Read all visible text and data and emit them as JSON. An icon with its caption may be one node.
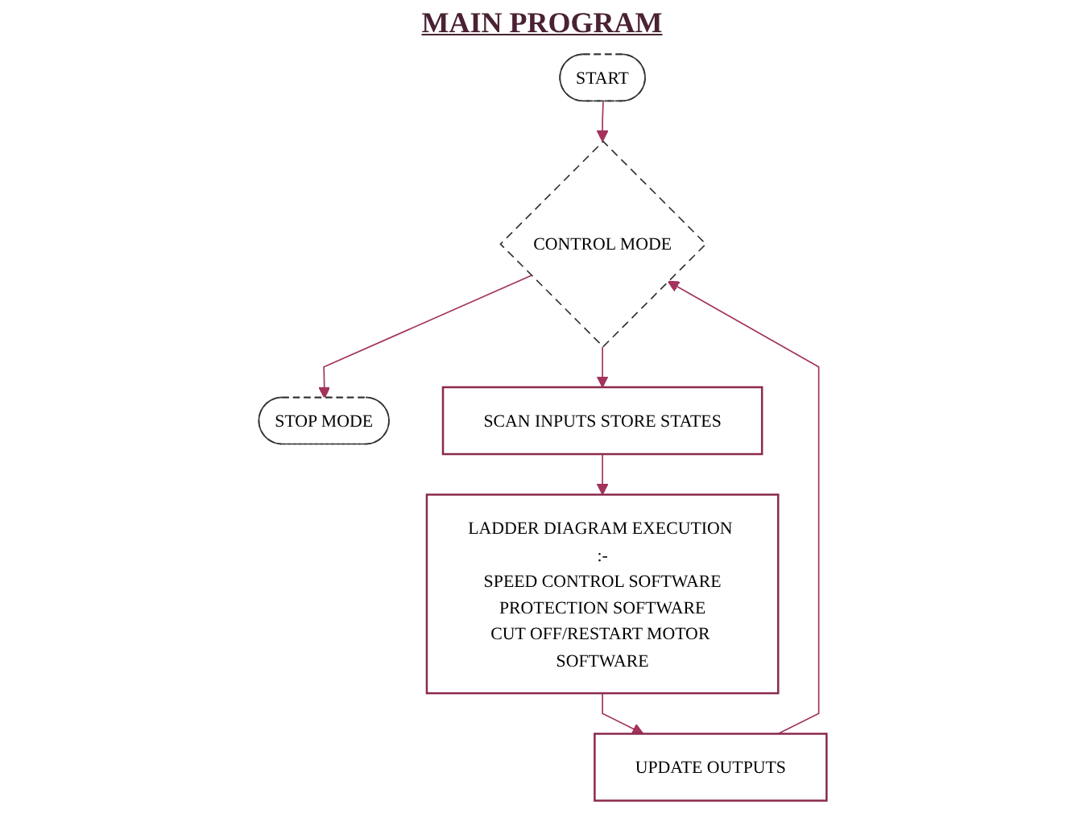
{
  "diagram": {
    "title": "MAIN PROGRAM",
    "nodes": [
      {
        "text": [
          "START"
        ]
      },
      {
        "text": [
          "CONTROL MODE"
        ]
      },
      {
        "text": [
          "STOP MODE"
        ]
      },
      {
        "text": [
          "SCAN INPUTS STORE STATES"
        ]
      },
      {
        "text": [
          "LADDER DIAGRAM EXECUTION :-",
          "SPEED CONTROL SOFTWARE",
          "PROTECTION SOFTWARE",
          "CUT OFF/RESTART MOTOR SOFTWARE"
        ]
      },
      {
        "text": [
          "UPDATE OUTPUTS"
        ]
      }
    ],
    "edges": [
      {
        "from": 0,
        "to": 1,
        "arrow": "to"
      },
      {
        "from": 1,
        "to": 2,
        "arrow": "to"
      },
      {
        "from": 1,
        "to": 3,
        "arrow": "to"
      },
      {
        "from": 3,
        "to": 4,
        "arrow": "to"
      },
      {
        "from": 4,
        "to": 5,
        "arrow": "to"
      },
      {
        "from": 5,
        "to": 1,
        "arrow": "to"
      }
    ]
  }
}
